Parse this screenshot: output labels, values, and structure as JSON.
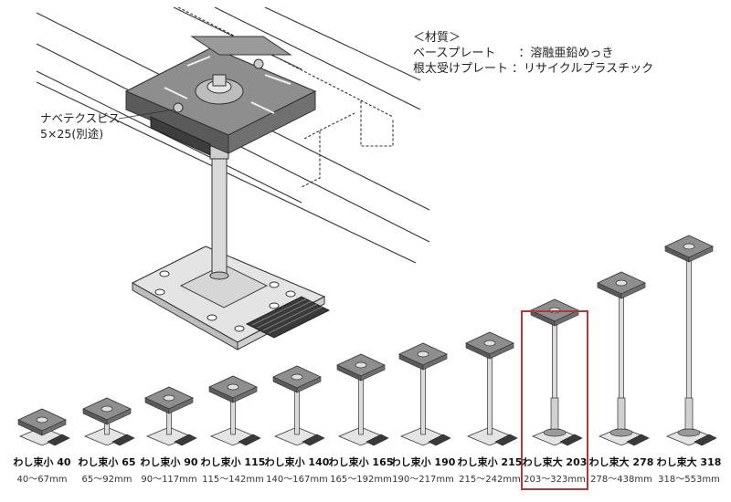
{
  "materials": {
    "heading": "＜材質＞",
    "rows": [
      {
        "label": "ベースプレート",
        "value": "：溶融亜鉛めっき"
      },
      {
        "label": "根太受けプレート",
        "value": "：リサイクルプラスチック"
      }
    ]
  },
  "screw_callout": {
    "line1": "ナベテクスビス",
    "line2": "5×25(別途)"
  },
  "models": [
    {
      "name": "わし束小 40",
      "range": "40〜67mm",
      "post": 0,
      "highlighted": false
    },
    {
      "name": "わし束小 65",
      "range": "65〜92mm",
      "post": 12,
      "highlighted": false
    },
    {
      "name": "わし束小 90",
      "range": "90〜117mm",
      "post": 24,
      "highlighted": false
    },
    {
      "name": "わし束小 115",
      "range": "115〜142mm",
      "post": 36,
      "highlighted": false
    },
    {
      "name": "わし束小 140",
      "range": "140〜167mm",
      "post": 47,
      "highlighted": false
    },
    {
      "name": "わし束小 165",
      "range": "165〜192mm",
      "post": 60,
      "highlighted": false
    },
    {
      "name": "わし束小 190",
      "range": "190〜217mm",
      "post": 72,
      "highlighted": false
    },
    {
      "name": "わし束小 215",
      "range": "215〜242mm",
      "post": 84,
      "highlighted": false
    },
    {
      "name": "わし束大 203",
      "range": "203〜323mm",
      "post": 120,
      "highlighted": true
    },
    {
      "name": "わし束大 278",
      "range": "278〜438mm",
      "post": 150,
      "highlighted": false
    },
    {
      "name": "わし束大 318",
      "range": "318〜553mm",
      "post": 190,
      "highlighted": false
    }
  ],
  "colors": {
    "highlight": "#b03a3a",
    "plate_top": "#8e8e8e",
    "plate_side": "#5a5a5a",
    "base": "#e4e4e4",
    "rubber": "#3a3a3a"
  }
}
